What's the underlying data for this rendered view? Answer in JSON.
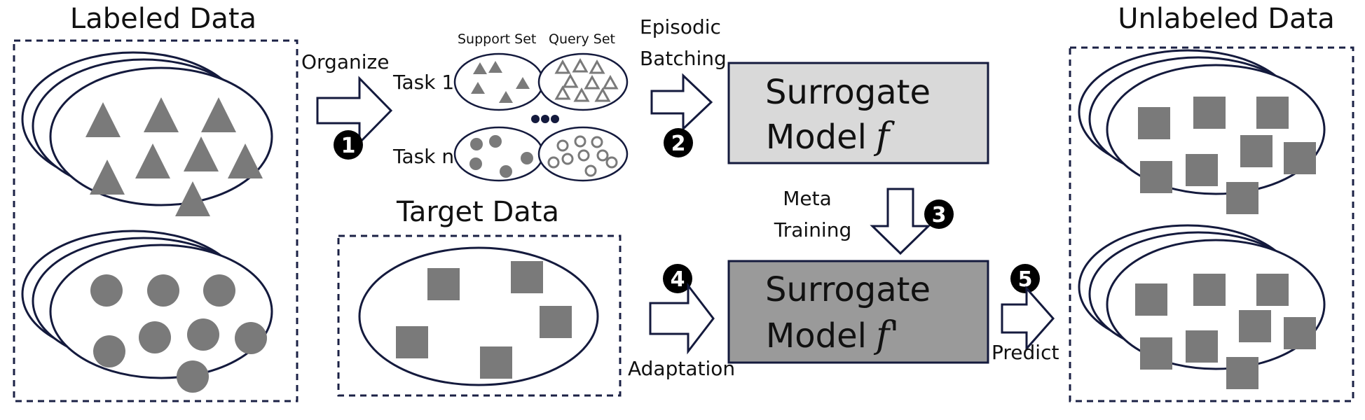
{
  "titles": {
    "labeled": "Labeled Data",
    "unlabeled": "Unlabeled Data",
    "target": "Target Data"
  },
  "labels": {
    "organize": "Organize",
    "episodic_line1": "Episodic",
    "episodic_line2": "Batching",
    "support_set": "Support Set",
    "query_set": "Query Set",
    "task_1": "Task 1",
    "task_n": "Task n",
    "meta_line1": "Meta",
    "meta_line2": "Training",
    "adaptation": "Adaptation",
    "predict": "Predict"
  },
  "models": {
    "surrogate_1_line1": "Surrogate",
    "surrogate_1_line2": "Model",
    "surrogate_1_symbol": "f",
    "surrogate_2_line1": "Surrogate",
    "surrogate_2_line2": "Model",
    "surrogate_2_symbol": "f'"
  },
  "steps": [
    "1",
    "2",
    "3",
    "4",
    "5"
  ],
  "colors": {
    "outline": "#141a3d",
    "shape_fill": "#7a7a7a",
    "model_1_fill": "#d9d9d9",
    "model_2_fill": "#9a9a9a",
    "step_fill": "#000000"
  }
}
